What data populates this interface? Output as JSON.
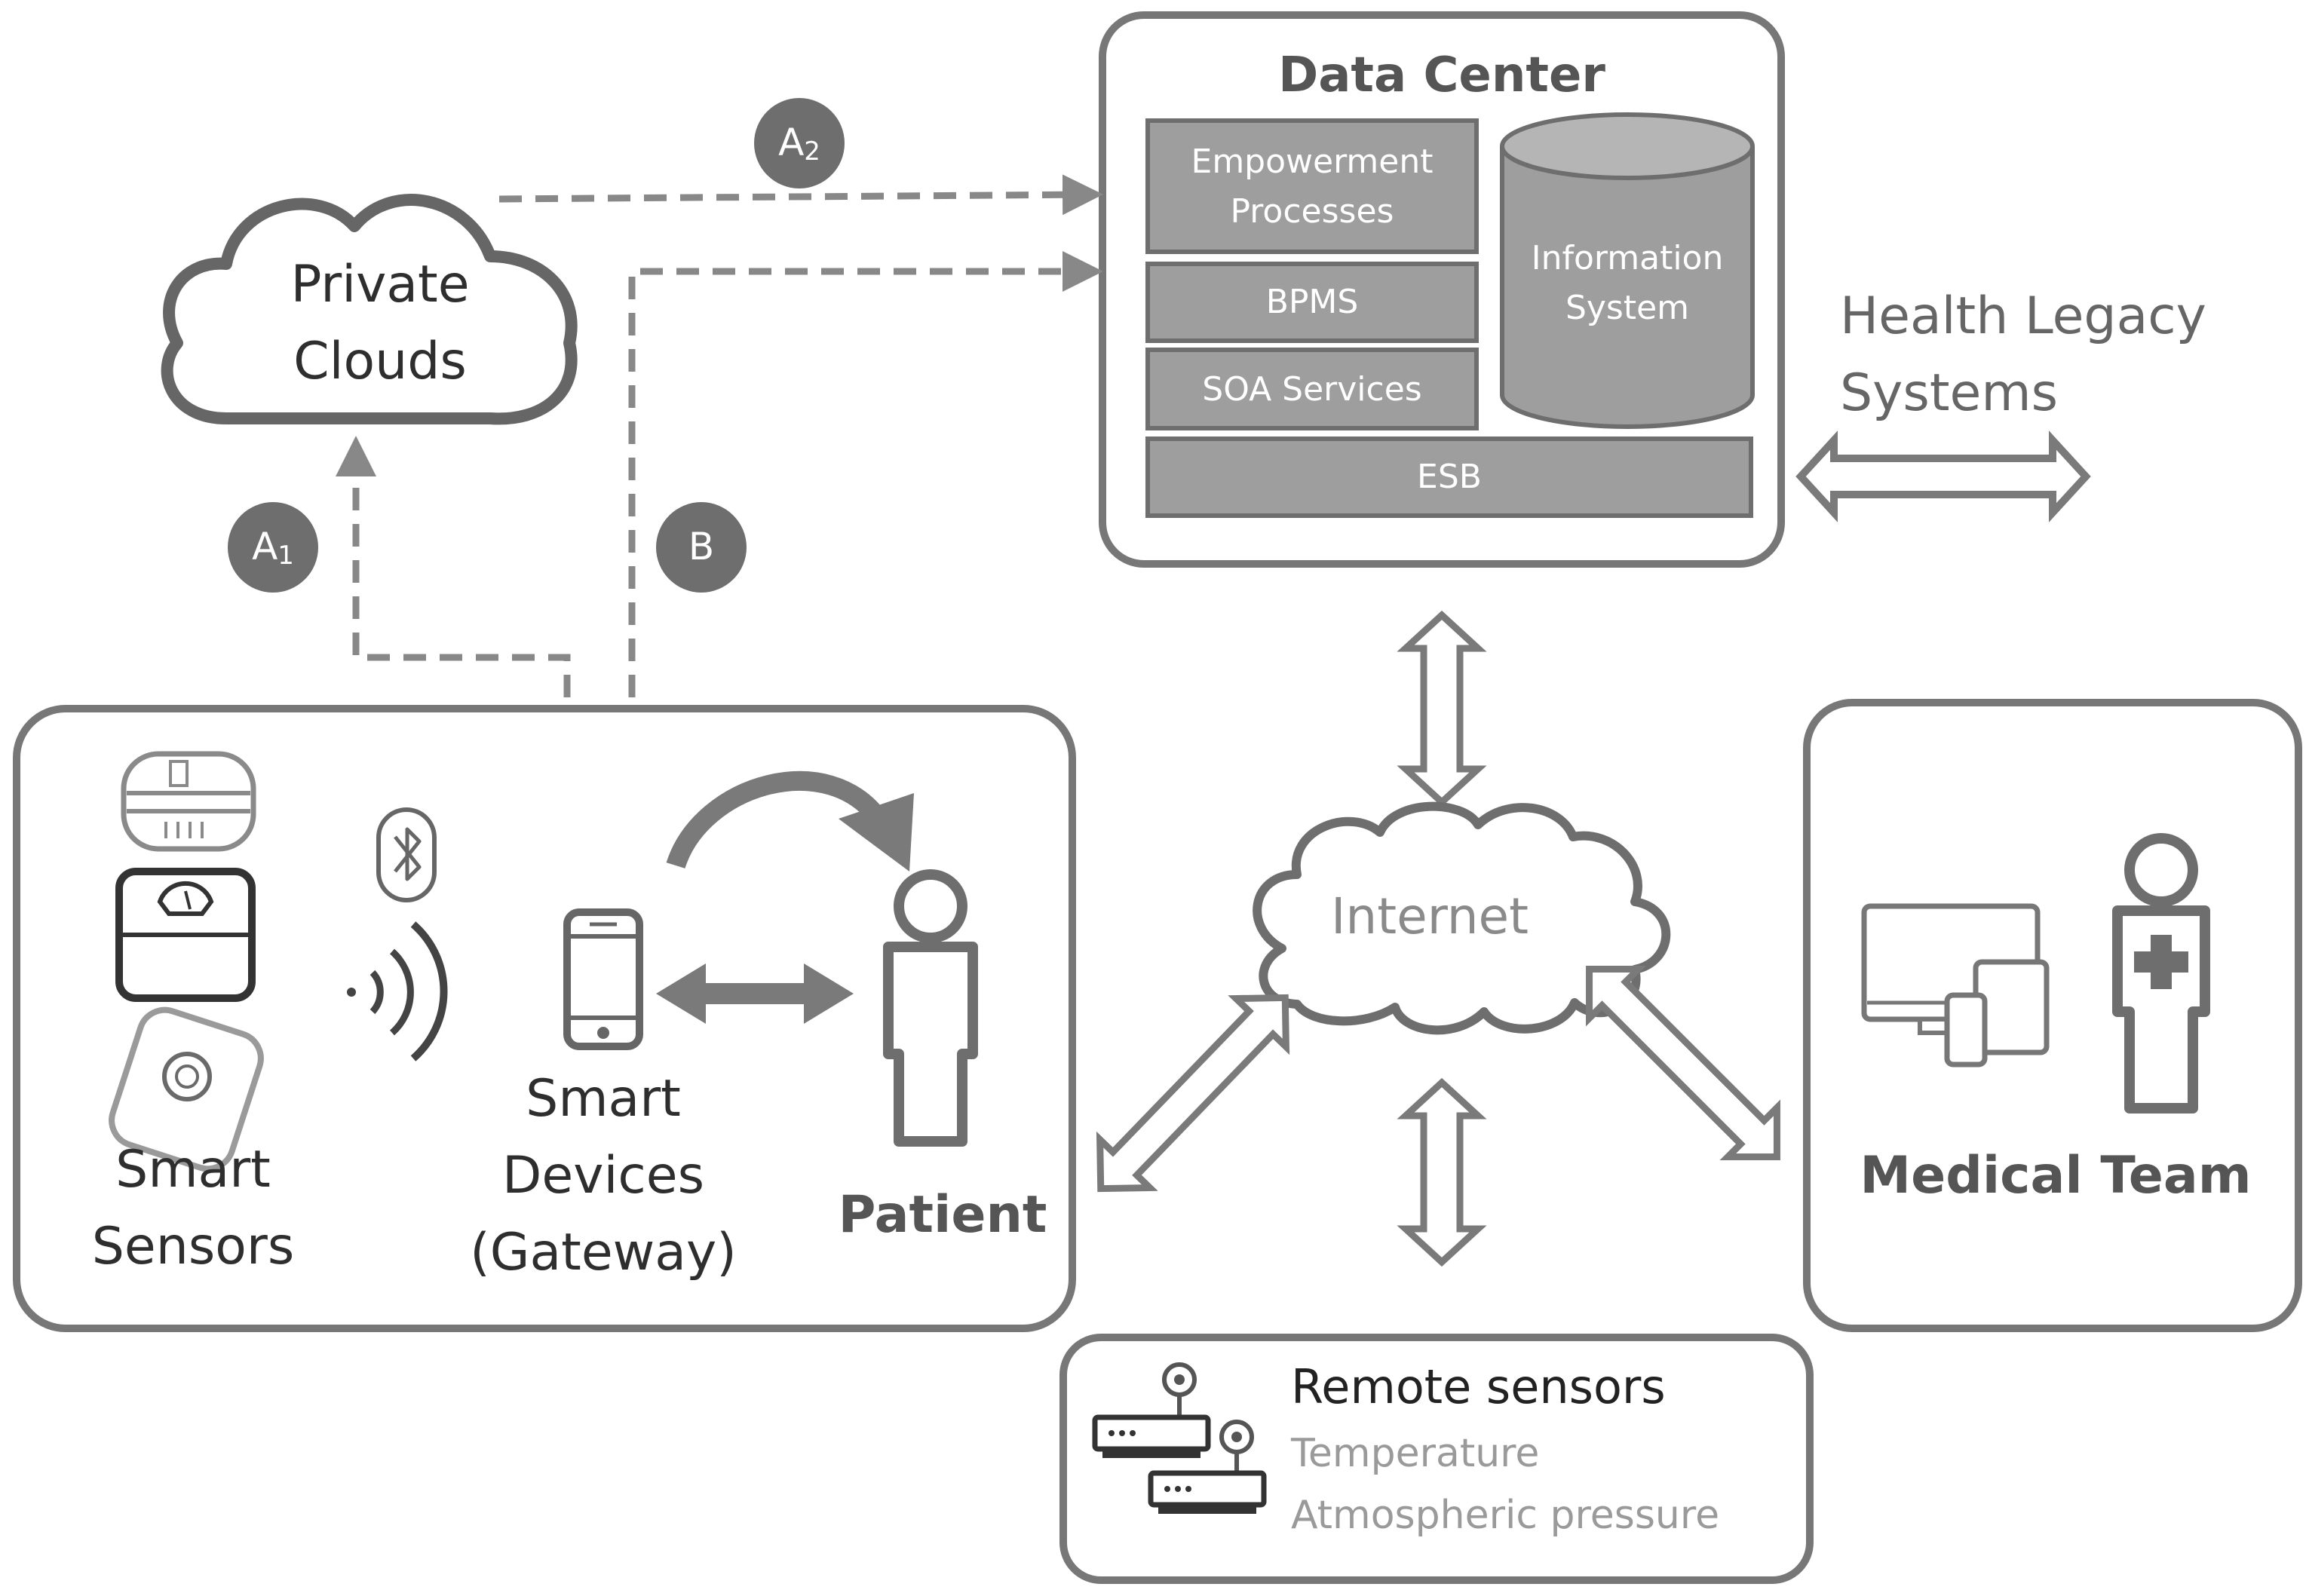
{
  "data_center": {
    "title": "Data Center",
    "empowerment_line1": "Empowerment",
    "empowerment_line2": "Processes",
    "bpms": "BPMS",
    "soa": "SOA Services",
    "info_line1": "Information",
    "info_line2": "System",
    "esb": "ESB"
  },
  "legacy": {
    "line1": "Health Legacy",
    "line2": "Systems"
  },
  "private_clouds": {
    "line1": "Private",
    "line2": "Clouds"
  },
  "paths": {
    "a1": {
      "letter": "A",
      "sub": "1"
    },
    "a2": {
      "letter": "A",
      "sub": "2"
    },
    "b": "B"
  },
  "patient_area": {
    "smart_sensors_line1": "Smart",
    "smart_sensors_line2": "Sensors",
    "smart_devices_line1": "Smart",
    "smart_devices_line2": "Devices",
    "smart_devices_line3": "(Gateway)",
    "patient": "Patient"
  },
  "internet": "Internet",
  "medical_team": "Medical Team",
  "remote_sensors": {
    "title": "Remote sensors",
    "items": [
      "Temperature",
      "Atmospheric pressure"
    ]
  },
  "colors": {
    "stroke": "#777777",
    "box_fill": "#9e9e9e",
    "circle_fill": "#6e6e6e",
    "arrow_fill": "#7a7a7a"
  }
}
